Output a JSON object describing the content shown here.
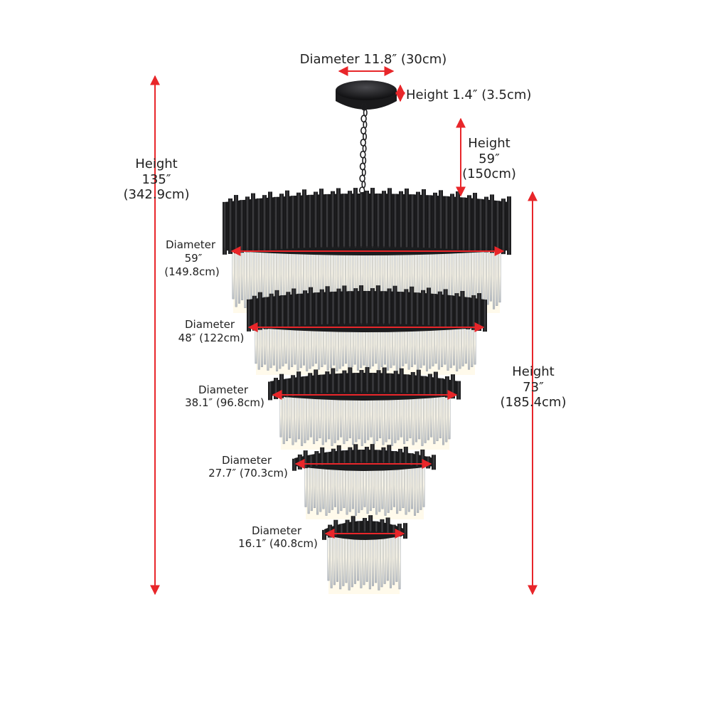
{
  "colors": {
    "dimension_line": "#e8262a",
    "frame": "#1c1c1e",
    "frame_highlight": "#4a4a4e",
    "crystal": "#c9ced4",
    "crystal_shadow": "#8e959d",
    "light_glow": "#fff6da",
    "label_text": "#222222"
  },
  "labels": {
    "canopy_diameter": "Diameter 11.8″  (30cm)",
    "canopy_height": "Height  1.4″  (3.5cm)",
    "chain_height": {
      "line1": "Height",
      "line2": "59″",
      "line3": "(150cm)"
    },
    "overall_height": {
      "line1": "Height",
      "line2": "135″",
      "line3": "(342.9cm)"
    },
    "body_height": {
      "line1": "Height",
      "line2": "73″",
      "line3": "(185.4cm)"
    },
    "tiers": [
      {
        "line1": "Diameter",
        "line2": "59″",
        "line3": "(149.8cm)"
      },
      {
        "line1": "Diameter",
        "line2": "48″  (122cm)"
      },
      {
        "line1": "Diameter",
        "line2": "38.1″  (96.8cm)"
      },
      {
        "line1": "Diameter",
        "line2": "27.7″  (70.3cm)"
      },
      {
        "line1": "Diameter",
        "line2": "16.1″  (40.8cm)"
      }
    ]
  }
}
